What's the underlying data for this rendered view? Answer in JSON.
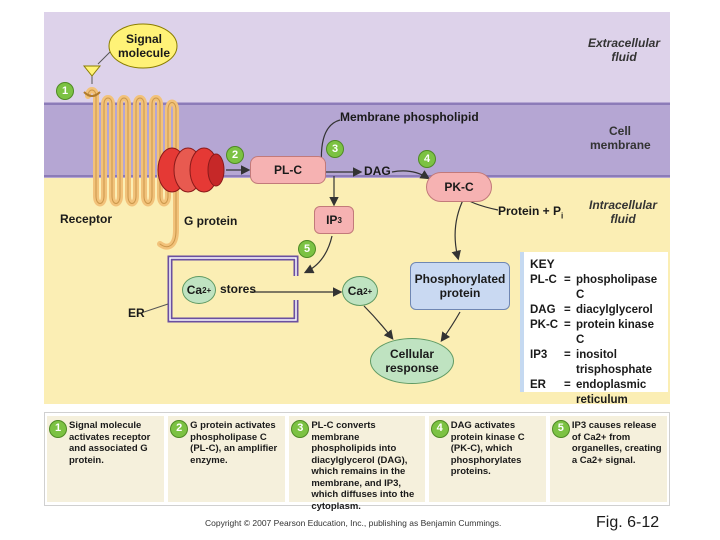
{
  "regions": {
    "extracellular": "Extracellular fluid",
    "membrane": "Cell membrane",
    "intracellular": "Intracellular fluid"
  },
  "labels": {
    "signal_molecule": "Signal molecule",
    "membrane_phospholipid": "Membrane phospholipid",
    "receptor": "Receptor",
    "g_protein": "G protein",
    "plc": "PL-C",
    "dag": "DAG",
    "pkc": "PK-C",
    "protein_pi": "Protein + P",
    "protein_pi_sub": "i",
    "ip3": "IP",
    "ip3_sub": "3",
    "ca_stores_ca": "Ca",
    "ca_stores_sup": "2+",
    "ca_stores_word": "stores",
    "ca_free": "Ca",
    "ca_free_sup": "2+",
    "er": "ER",
    "phosphorylated_protein": "Phosphorylated protein",
    "cellular_response": "Cellular response"
  },
  "badges": [
    "1",
    "2",
    "3",
    "4",
    "5"
  ],
  "key": {
    "title": "KEY",
    "entries": [
      {
        "term": "PL-C",
        "eq": "=",
        "def": "phospholipase C"
      },
      {
        "term": "DAG",
        "eq": "=",
        "def": "diacylglycerol"
      },
      {
        "term": "PK-C",
        "eq": "=",
        "def": "protein kinase C"
      },
      {
        "term": "IP3",
        "eq": "=",
        "def": "inositol trisphosphate"
      },
      {
        "term": "ER",
        "eq": "=",
        "def": "endoplasmic reticulum"
      }
    ]
  },
  "steps": [
    {
      "num": "1",
      "text": "Signal molecule activates receptor and associated G protein."
    },
    {
      "num": "2",
      "text": "G protein activates phospholipase C (PL-C), an amplifier enzyme."
    },
    {
      "num": "3",
      "text": "PL-C converts membrane phospholipids into diacylglycerol (DAG), which remains in the membrane, and IP3, which diffuses into the cytoplasm."
    },
    {
      "num": "4",
      "text": "DAG activates protein kinase C (PK-C), which phosphorylates proteins."
    },
    {
      "num": "5",
      "text": "IP3 causes release of Ca2+ from organelles, creating a Ca2+ signal."
    }
  ],
  "footer": {
    "copyright": "Copyright © 2007 Pearson Education, Inc., publishing as Benjamin Cummings.",
    "figure": "Fig. 6-12"
  },
  "colors": {
    "extracellular": "#ddd2ea",
    "membrane": "#b5a6d3",
    "intracellular": "#fbeeb4",
    "receptor": "#f2c27a",
    "g_protein": "#e53935",
    "enzyme": "#f6b2b2",
    "calcium": "#bfe3c1",
    "phosphorylated": "#c9d9f2",
    "badge": "#7cc243",
    "signal": "#fff277"
  }
}
